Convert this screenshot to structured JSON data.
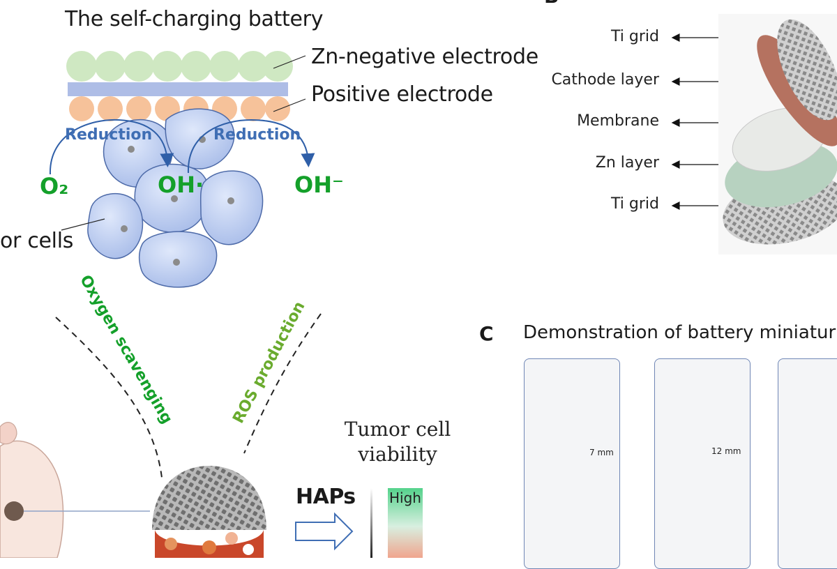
{
  "panel_a": {
    "title": "The self-charging battery",
    "zn_label": "Zn-negative electrode",
    "pos_label": "Positive electrode",
    "reduction_left": "Reduction",
    "reduction_right": "Reduction",
    "o2": "O₂",
    "oh_radical": "OH·",
    "oh_minus": "OH⁻",
    "tumor_cells": "or cells",
    "oxygen_scavenging": "Oxygen scavenging",
    "ros_production": "ROS production",
    "haps": "HAPs",
    "viability_line1": "Tumor cell",
    "viability_line2": "viability",
    "high": "High"
  },
  "panel_b": {
    "letter": "B",
    "layers": [
      "Ti grid",
      "Cathode layer",
      "Membrane",
      "Zn layer",
      "Ti grid"
    ]
  },
  "panel_c": {
    "letter": "C",
    "title": "Demonstration of battery miniaturizat",
    "scale_1": "7 mm",
    "scale_2": "12 mm"
  },
  "colors": {
    "green_text": "#14a02a",
    "ros_green": "#6aab2e",
    "reduction_blue": "#3f6eb4",
    "electrode_green": "#cfe8c2",
    "electrode_orange": "#f6c29a",
    "collector_blue": "#aebde6",
    "cell_fill": "#b7c9ee",
    "cell_edge": "#4d6aa8"
  }
}
